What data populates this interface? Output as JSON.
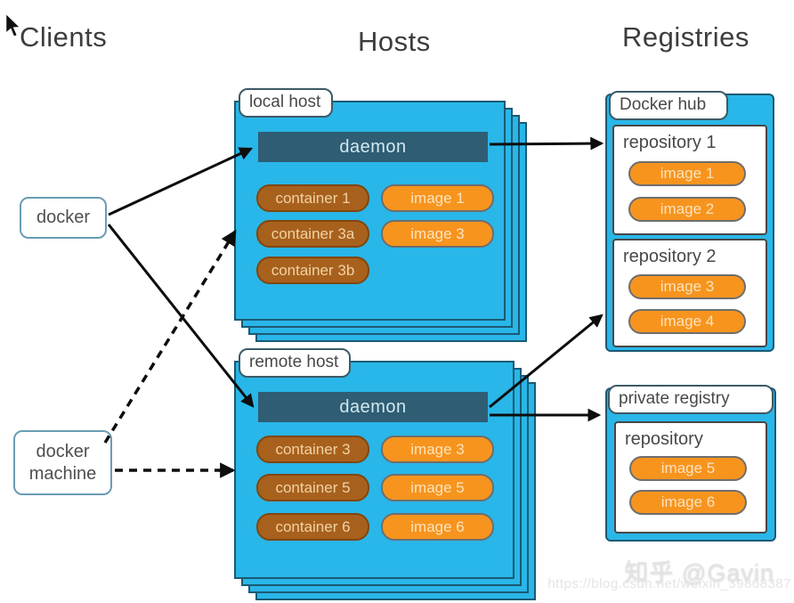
{
  "headers": {
    "clients": "Clients",
    "hosts": "Hosts",
    "registries": "Registries"
  },
  "clients": {
    "docker": {
      "label": "docker"
    },
    "docker_machine": {
      "label": "docker machine"
    }
  },
  "hosts": {
    "local": {
      "label": "local host",
      "daemon": "daemon",
      "containers": [
        "container 1",
        "container 3a",
        "container 3b"
      ],
      "images": [
        "image 1",
        "image 3"
      ]
    },
    "remote": {
      "label": "remote host",
      "daemon": "daemon",
      "containers": [
        "container 3",
        "container 5",
        "container 6"
      ],
      "images": [
        "image 3",
        "image 5",
        "image 6"
      ]
    }
  },
  "registries": {
    "docker_hub": {
      "label": "Docker hub",
      "repositories": [
        {
          "title": "repository 1",
          "images": [
            "image 1",
            "image 2"
          ]
        },
        {
          "title": "repository 2",
          "images": [
            "image 3",
            "image 4"
          ]
        }
      ]
    },
    "private": {
      "label": "private registry",
      "repositories": [
        {
          "title": "repository",
          "images": [
            "image 5",
            "image 6"
          ]
        }
      ]
    }
  },
  "edges": [
    {
      "from": "docker",
      "to": "local-daemon",
      "style": "solid"
    },
    {
      "from": "docker",
      "to": "remote-daemon",
      "style": "solid"
    },
    {
      "from": "docker-machine",
      "to": "local-host",
      "style": "dashed"
    },
    {
      "from": "docker-machine",
      "to": "remote-host",
      "style": "dashed"
    },
    {
      "from": "local-daemon",
      "to": "docker-hub-repository-1",
      "style": "solid"
    },
    {
      "from": "remote-daemon",
      "to": "docker-hub-repository-2",
      "style": "solid"
    },
    {
      "from": "remote-daemon",
      "to": "private-registry",
      "style": "solid"
    }
  ],
  "watermark": {
    "zhihu": "知乎 @Gavin",
    "url": "https://blog.csdn.net/weixin_39868387"
  },
  "colors": {
    "host_blue": "#29b6e8",
    "stack_border": "#1b5a74",
    "daemon_bg": "#2e5d74",
    "container_bg": "#a8611d",
    "image_bg": "#f7941e",
    "arrow": "#0d0d0d"
  }
}
